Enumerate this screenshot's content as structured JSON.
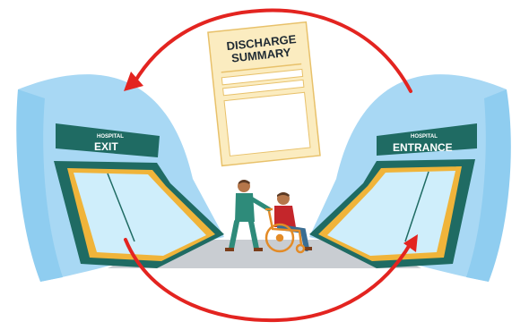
{
  "document": {
    "title_line1": "DISCHARGE",
    "title_line2": "SUMMARY"
  },
  "exit_sign": {
    "small": "HOSPITAL",
    "big": "EXIT"
  },
  "entrance_sign": {
    "small": "HOSPITAL",
    "big": "ENTRANCE"
  },
  "colors": {
    "sky_blue": "#a8d8f4",
    "door_teal": "#1f6b63",
    "door_frame_orange": "#f0b43a",
    "glass": "#cfeefb",
    "floor": "#c9cdd2",
    "arrow_red": "#e32420",
    "paper": "#fbecc0"
  },
  "icons": [
    "wheelchair-icon",
    "nurse-icon",
    "patient-icon",
    "discharge-document-icon",
    "cycle-arrow-icon"
  ]
}
